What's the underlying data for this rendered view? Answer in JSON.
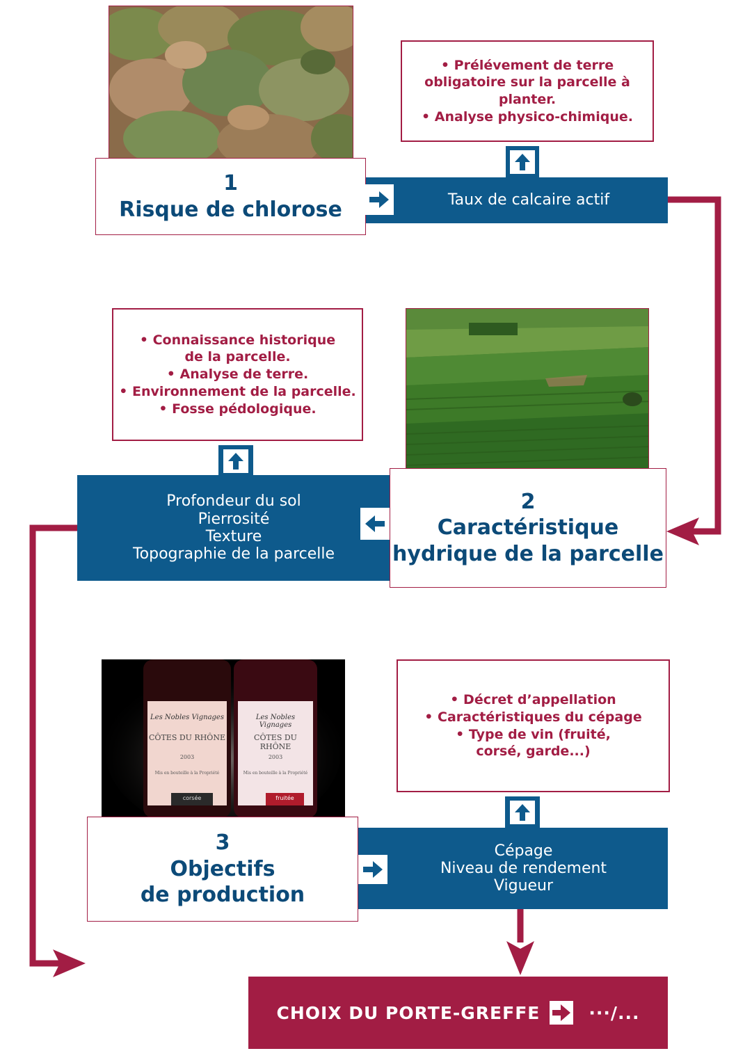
{
  "step1": {
    "number": "1",
    "title": "Risque de chlorose",
    "band": [
      "Taux de calcaire actif"
    ],
    "note": [
      "• Prélévement de terre",
      "obligatoire sur la parcelle à planter.",
      "• Analyse physico-chimique."
    ]
  },
  "step2": {
    "number": "2",
    "title_lines": [
      "Caractéristique",
      "hydrique de la parcelle"
    ],
    "band": [
      "Profondeur du sol",
      "Pierrosité",
      "Texture",
      "Topographie de la parcelle"
    ],
    "note": [
      "• Connaissance historique",
      "de la parcelle.",
      "• Analyse de terre.",
      "• Environnement de la parcelle.",
      "• Fosse pédologique."
    ]
  },
  "step3": {
    "number": "3",
    "title_lines": [
      "Objectifs",
      "de production"
    ],
    "band": [
      "Cépage",
      "Niveau de rendement",
      "Vigueur"
    ],
    "note": [
      "• Décret d’appellation",
      "• Caractéristiques du cépage",
      "• Type de vin (fruité,",
      "corsé, garde...)"
    ]
  },
  "bottles": {
    "brand": "Les Nobles Vignages",
    "appellation": "CÔTES DU RHÔNE",
    "year": "2003",
    "mention": "Mis en bouteille à la Propriété",
    "style_left": "corsée",
    "style_right": "fruitée"
  },
  "final": {
    "label": "CHOIX DU PORTE-GREFFE",
    "continuation": "···/..."
  },
  "icons": {
    "arrow_right": "arrow-right-icon",
    "arrow_left": "arrow-left-icon",
    "arrow_up": "arrow-up-icon"
  },
  "colors": {
    "accent": "#a21d44",
    "band": "#0e5a8c",
    "title": "#0c4a78"
  }
}
